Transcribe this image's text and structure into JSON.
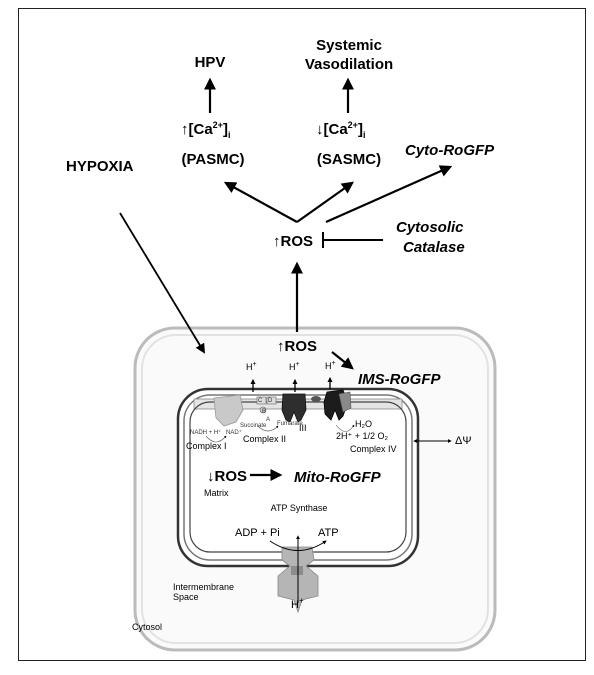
{
  "outcomes": {
    "hpv": "HPV",
    "systemic": "Systemic",
    "vasodilation": "Vasodilation"
  },
  "calcium": {
    "pasmc_arrow": "↑",
    "sasmc_arrow": "↓",
    "ca_text": "[Ca",
    "ca_charge": "2+",
    "ca_close": "]",
    "subscript": "i"
  },
  "cells": {
    "pasmc": "(PASMC)",
    "sasmc": "(SASMC)"
  },
  "labels": {
    "hypoxia": "HYPOXIA",
    "cyto_rogfp": "Cyto-RoGFP",
    "cytosolic": "Cytosolic",
    "catalase": "Catalase",
    "ros_up_cyto": "↑ROS",
    "ros_up_mito": "↑ROS",
    "ims_rogfp": "IMS-RoGFP",
    "ros_down": "↓ROS",
    "mito_rogfp": "Mito-RoGFP",
    "matrix": "Matrix",
    "atp_synthase": "ATP Synthase",
    "adp_pi": "ADP + Pi",
    "atp": "ATP",
    "intermembrane": "Intermembrane",
    "space": "Space",
    "cytosol": "Cytosol",
    "delta_psi": "ΔΨ",
    "h_plus": "H",
    "plus": "+"
  },
  "complexes": {
    "complex_i": "Complex I",
    "complex_ii": "Complex II",
    "complex_iii": "III",
    "complex_iv": "Complex IV",
    "nadh": "NADH + H⁺",
    "nad": "NAD⁺",
    "succinate": "Succinate",
    "fumarate": "Fumarate",
    "oxygen_reaction": "2H⁺ + 1/2 O₂",
    "water": "H₂O",
    "subunit_c": "C",
    "subunit_d": "D",
    "subunit_b": "B",
    "subunit_a": "A"
  }
}
